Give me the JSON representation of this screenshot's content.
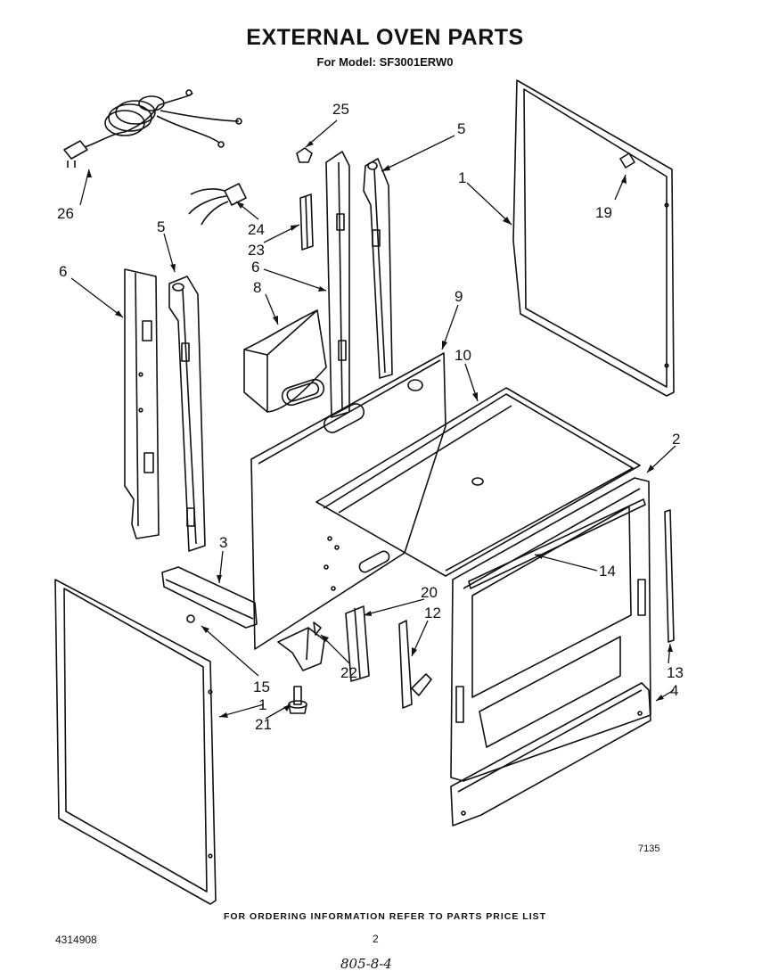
{
  "header": {
    "title": "EXTERNAL OVEN PARTS",
    "subtitle": "For Model: SF3001ERW0"
  },
  "callouts": {
    "c1a": "1",
    "c1b": "1",
    "c2": "2",
    "c3": "3",
    "c4": "4",
    "c5a": "5",
    "c5b": "5",
    "c6a": "6",
    "c6b": "6",
    "c8": "8",
    "c9": "9",
    "c10": "10",
    "c12": "12",
    "c13": "13",
    "c14": "14",
    "c15": "15",
    "c19": "19",
    "c20": "20",
    "c21": "21",
    "c22": "22",
    "c23": "23",
    "c24": "24",
    "c25": "25",
    "c26": "26"
  },
  "figure_id": "7135",
  "footer": {
    "ordering_note": "FOR ORDERING INFORMATION REFER TO PARTS PRICE LIST",
    "doc_number": "4314908",
    "page_number": "2",
    "handwritten_note": "805-8-4"
  }
}
